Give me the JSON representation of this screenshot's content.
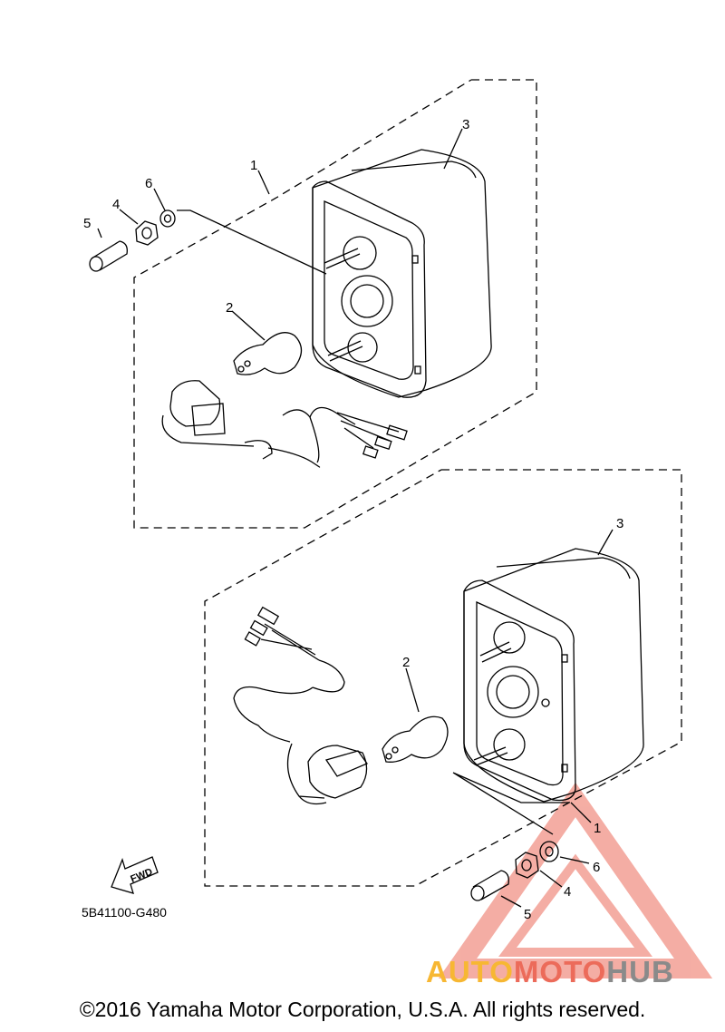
{
  "labels": {
    "upper": {
      "p1": "1",
      "p2": "2",
      "p3": "3",
      "p4": "4",
      "p5": "5",
      "p6": "6"
    },
    "lower": {
      "p1": "1",
      "p2": "2",
      "p3": "3",
      "p4": "4",
      "p5": "5",
      "p6": "6"
    }
  },
  "fwd_text": "FWD",
  "diagram_code": "5B41100-G480",
  "copyright": "©2016 Yamaha Motor Corporation, U.S.A. All rights reserved.",
  "watermark": {
    "part1": "AUTO",
    "part2": "MOTO",
    "part3": "HUB"
  },
  "colors": {
    "line": "#000000",
    "watermark_red": "#ec6b5a",
    "watermark_orange": "#f7b733",
    "watermark_gray": "#8a8a8a"
  }
}
